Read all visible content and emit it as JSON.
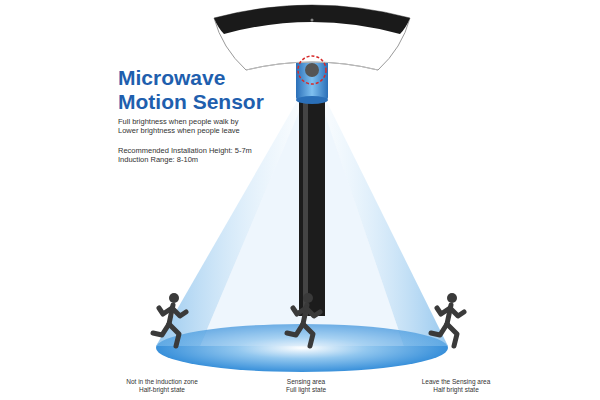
{
  "diagram": {
    "title": "Microwave Motion Sensor",
    "labels": [
      "Full brightness when people walk by",
      "Lower brightness when people leave",
      "Recommended Installation Height: 5-7m",
      "Induction Range: 8-10m",
      "Not in the induction zone",
      "Half-bright state",
      "Sensing area",
      "Full light state",
      "Leave the Sensing area",
      "Half bright state"
    ]
  }
}
